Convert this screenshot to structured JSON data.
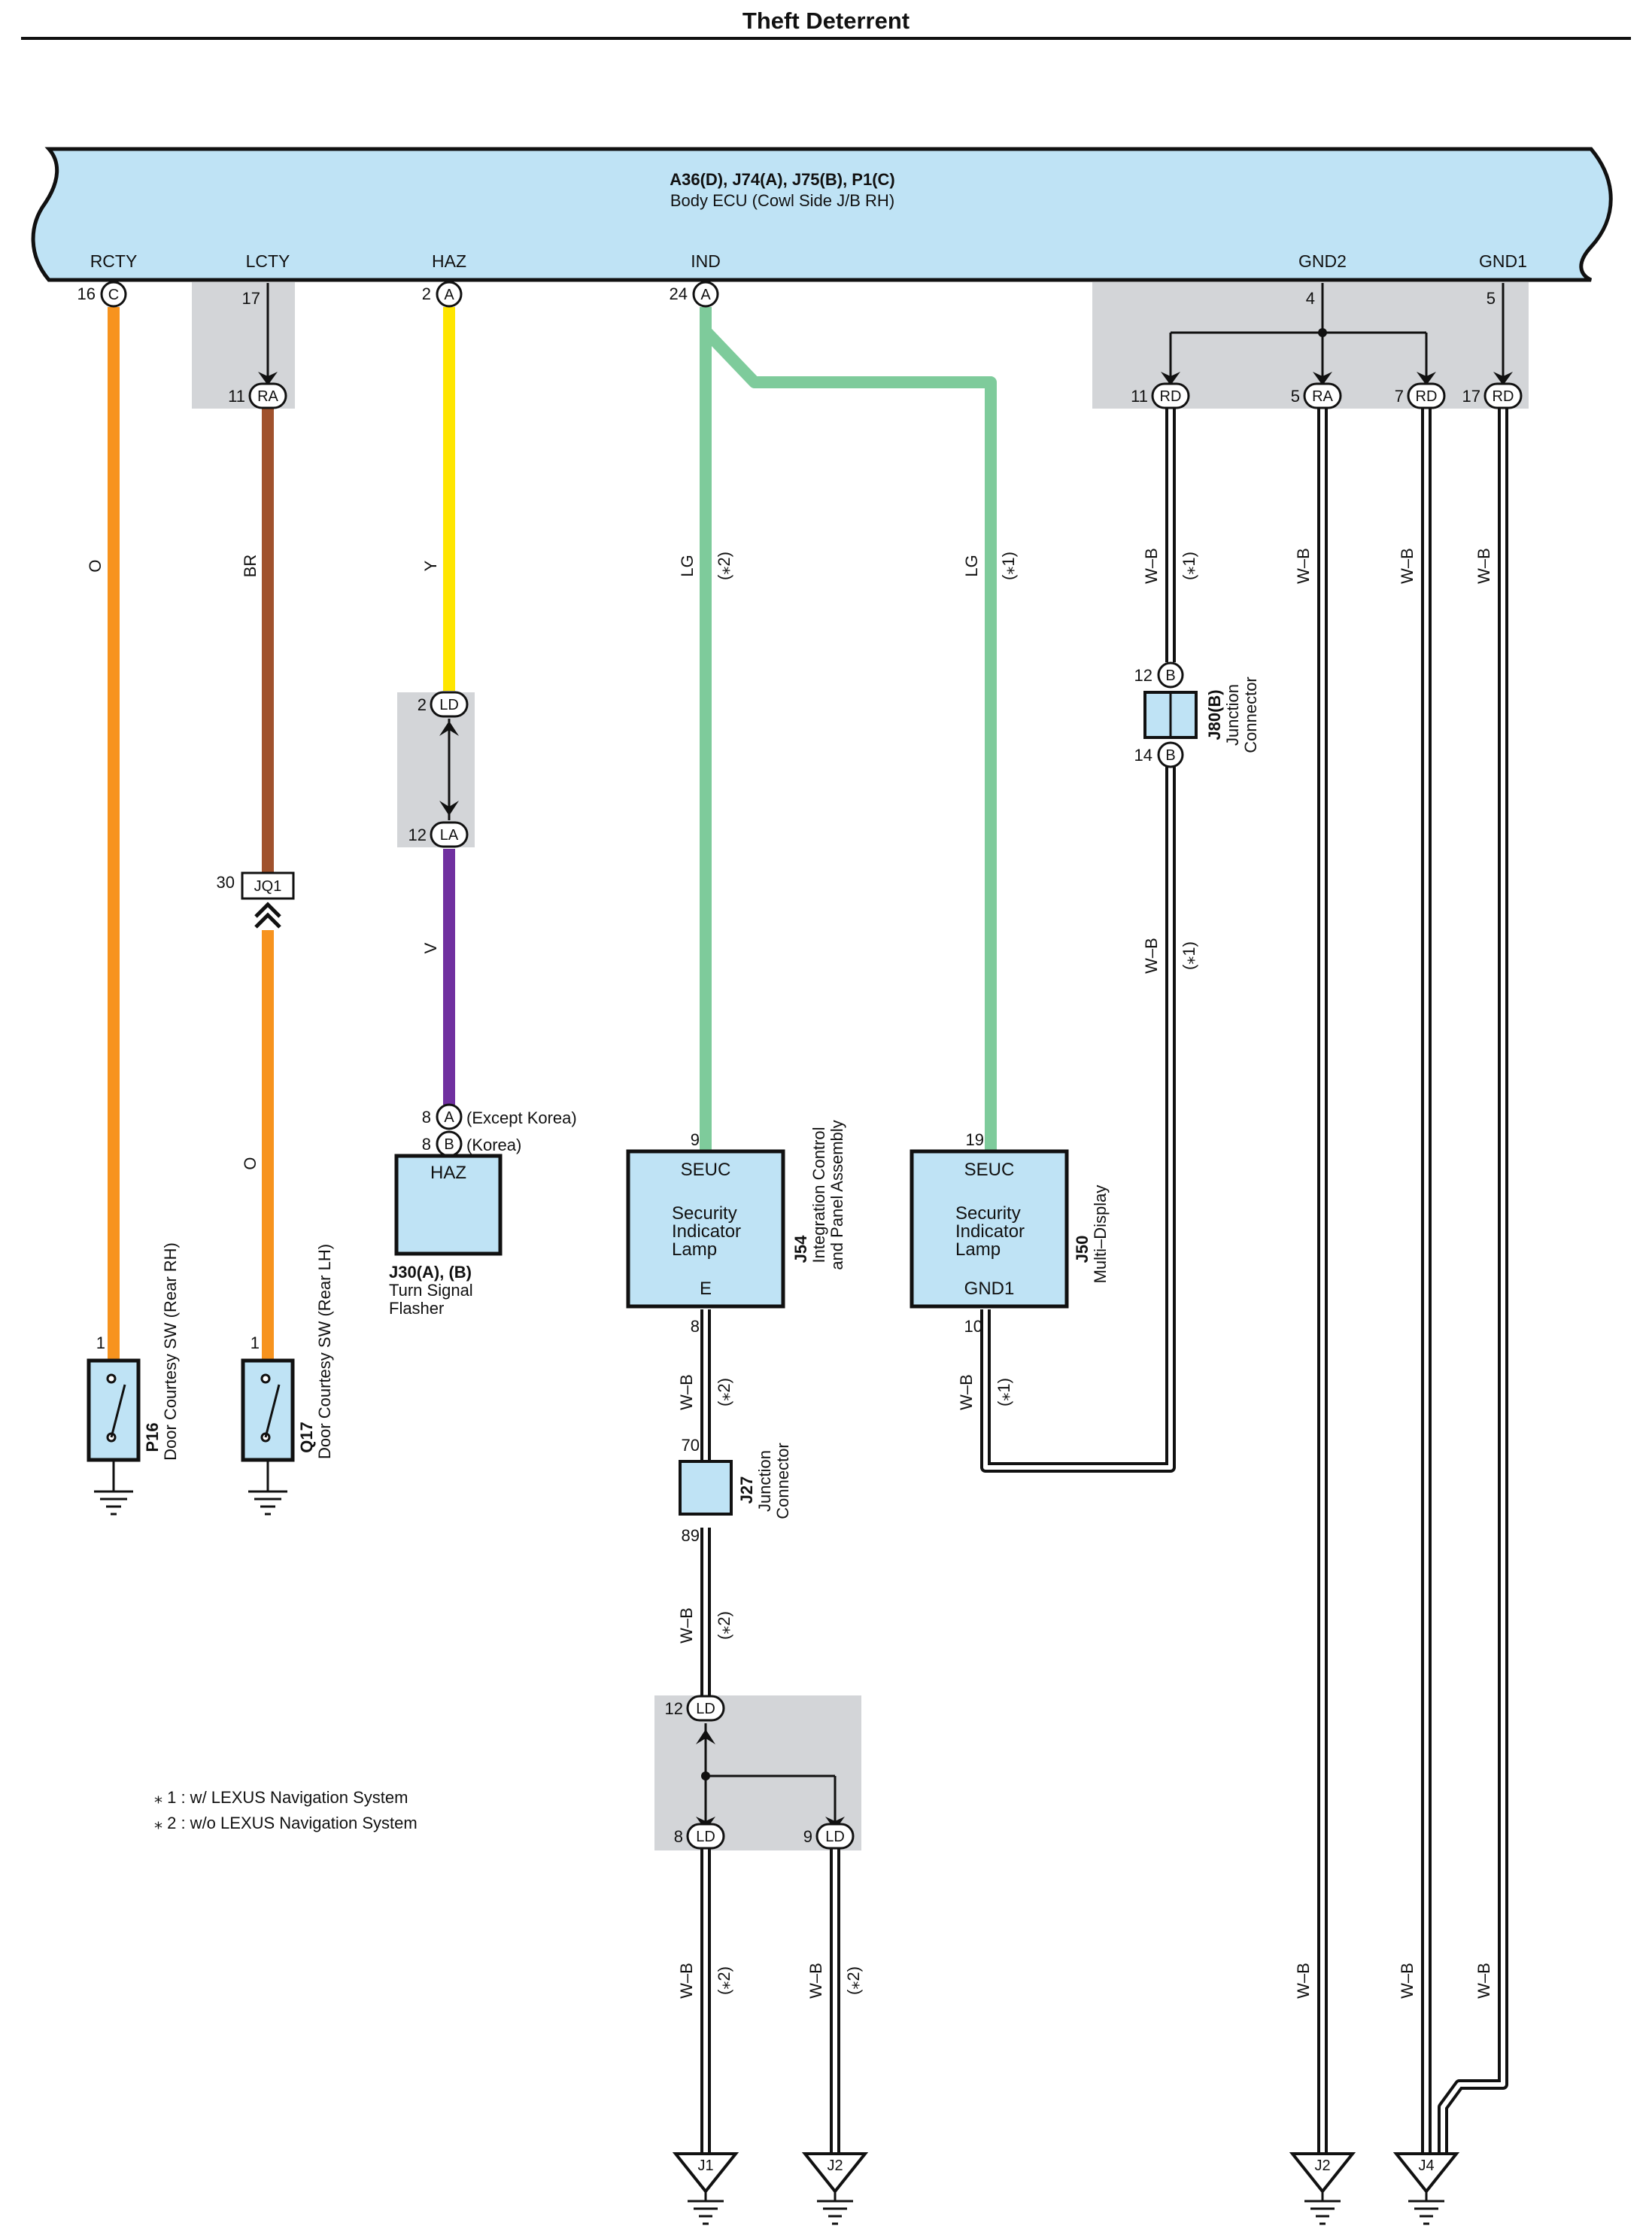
{
  "title": "Theft Deterrent",
  "ecu": {
    "connectors": "A36(D), J74(A), J75(B), P1(C)",
    "name": "Body ECU (Cowl Side J/B RH)",
    "pins": {
      "rcty": "RCTY",
      "lcty": "LCTY",
      "haz": "HAZ",
      "ind": "IND",
      "gnd2": "GND2",
      "gnd1": "GND1"
    }
  },
  "terminals": {
    "rcty_pin": "16",
    "rcty_code": "C",
    "lcty_pin": "17",
    "haz_pin": "2",
    "haz_code": "A",
    "ind_pin": "24",
    "ind_code": "A",
    "gnd2_pin": "4",
    "gnd1_pin": "5",
    "ra_pin": "11",
    "ra_code": "RA",
    "rd1_pin": "11",
    "rd1_code": "RD",
    "ra2_pin": "5",
    "ra2_code": "RA",
    "rd2_pin": "7",
    "rd2_code": "RD",
    "rd3_pin": "17",
    "rd3_code": "RD",
    "ld_top_pin": "2",
    "ld_top_code": "LD",
    "la_pin": "12",
    "la_code": "LA",
    "jq1_pin": "30",
    "jq1_code": "JQ1",
    "j30a_pin": "8",
    "j30a_code": "A",
    "j30a_note": "(Except Korea)",
    "j30b_pin": "8",
    "j30b_code": "B",
    "j30b_note": "(Korea)",
    "j80_top_pin": "12",
    "j80_bot_pin": "14",
    "j80_code": "B",
    "j54_pin": "9",
    "j54_bot_pin": "8",
    "j50_pin": "19",
    "j50_bot_pin": "10",
    "j27_top_pin": "70",
    "j27_bot_pin": "89",
    "ld12_pin": "12",
    "ld8_pin": "8",
    "ld9_pin": "9",
    "ld_code": "LD",
    "p16_pin": "1",
    "q17_pin": "1"
  },
  "wires": {
    "o": "O",
    "br": "BR",
    "y": "Y",
    "v": "V",
    "lg": "LG",
    "wb": "W–B",
    "star1": "(⁎1)",
    "star2": "(⁎2)"
  },
  "components": {
    "haz_box": "HAZ",
    "j30_id": "J30(A), (B)",
    "j30_name1": "Turn Signal",
    "j30_name2": "Flasher",
    "j54_top": "SEUC",
    "j54_l1": "Security",
    "j54_l2": "Indicator",
    "j54_l3": "Lamp",
    "j54_bot": "E",
    "j54_id": "J54",
    "j54_name1": "Integration Control",
    "j54_name2": "and Panel Assembly",
    "j50_top": "SEUC",
    "j50_l1": "Security",
    "j50_l2": "Indicator",
    "j50_l3": "Lamp",
    "j50_bot": "GND1",
    "j50_id": "J50",
    "j50_name": "Multi–Display",
    "j80_id": "J80(B)",
    "j80_name1": "Junction",
    "j80_name2": "Connector",
    "j27_id": "J27",
    "j27_name1": "Junction",
    "j27_name2": "Connector",
    "p16_id": "P16",
    "p16_name": "Door Courtesy SW (Rear RH)",
    "q17_id": "Q17",
    "q17_name": "Door Courtesy SW (Rear LH)"
  },
  "grounds": {
    "j1": "J1",
    "j2a": "J2",
    "j2b": "J2",
    "j4": "J4"
  },
  "notes": {
    "n1": "⁎ 1 : w/ LEXUS Navigation System",
    "n2": "⁎ 2 : w/o LEXUS Navigation System"
  },
  "colors": {
    "ecu_fill": "#bfe3f5",
    "orange": "#f7931e",
    "brown": "#a0522d",
    "yellow": "#ffe600",
    "purple": "#7030a0",
    "green": "#7ecb9b",
    "splice_gray": "#d3d5d8"
  }
}
